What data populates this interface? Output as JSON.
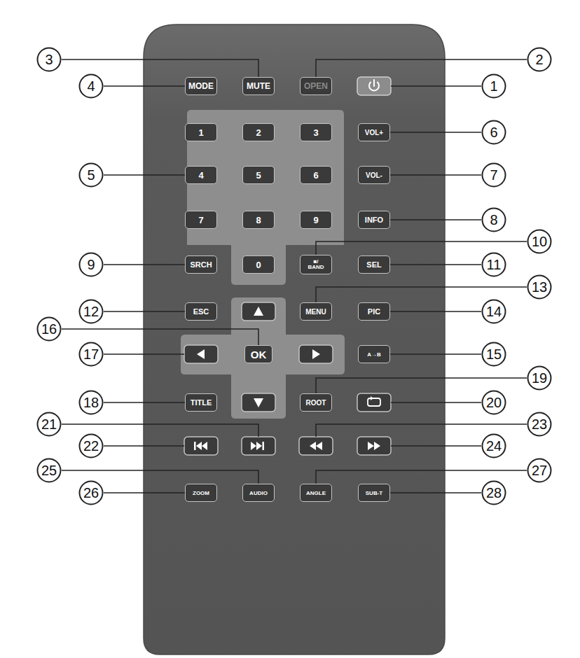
{
  "diagram": {
    "nodes": [
      {
        "text": [
          "3"
        ]
      },
      {
        "text": [
          "2"
        ]
      },
      {
        "text": [
          "4"
        ]
      },
      {
        "text": [
          "MODE"
        ]
      },
      {
        "text": [
          "MUTE"
        ]
      },
      {
        "text": [
          "OPEN"
        ]
      },
      {
        "text": [
          "1"
        ]
      },
      {
        "text": [
          "1"
        ]
      },
      {
        "text": [
          "2"
        ]
      },
      {
        "text": [
          "3"
        ]
      },
      {
        "text": [
          "VOL+"
        ]
      },
      {
        "text": [
          "6"
        ]
      },
      {
        "text": [
          "5"
        ]
      },
      {
        "text": [
          "4"
        ]
      },
      {
        "text": [
          "5"
        ]
      },
      {
        "text": [
          "6"
        ]
      },
      {
        "text": [
          "VOL-"
        ]
      },
      {
        "text": [
          "7"
        ]
      },
      {
        "text": [
          "7"
        ]
      },
      {
        "text": [
          "8"
        ]
      },
      {
        "text": [
          "9"
        ]
      },
      {
        "text": [
          "INFO"
        ]
      },
      {
        "text": [
          "8"
        ]
      },
      {
        "text": [
          "10"
        ]
      },
      {
        "text": [
          "9"
        ]
      },
      {
        "text": [
          "SRCH"
        ]
      },
      {
        "text": [
          "0"
        ]
      },
      {
        "text": [
          "■/ BAND"
        ]
      },
      {
        "text": [
          "SEL"
        ]
      },
      {
        "text": [
          "11"
        ]
      },
      {
        "text": [
          "13"
        ]
      },
      {
        "text": [
          "12"
        ]
      },
      {
        "text": [
          "ESC"
        ]
      },
      {
        "text": [
          "MENU"
        ]
      },
      {
        "text": [
          "PIC"
        ]
      },
      {
        "text": [
          "14"
        ]
      },
      {
        "text": [
          "16"
        ]
      },
      {
        "text": [
          "17"
        ]
      },
      {
        "text": [
          "OK"
        ]
      },
      {
        "text": [
          "A→B"
        ]
      },
      {
        "text": [
          "15"
        ]
      },
      {
        "text": [
          "19"
        ]
      },
      {
        "text": [
          "18"
        ]
      },
      {
        "text": [
          "TITLE"
        ]
      },
      {
        "text": [
          "ROOT"
        ]
      },
      {
        "text": [
          "20"
        ]
      },
      {
        "text": [
          "21"
        ]
      },
      {
        "text": [
          "23"
        ]
      },
      {
        "text": [
          "22"
        ]
      },
      {
        "text": [
          "24"
        ]
      },
      {
        "text": [
          "25"
        ]
      },
      {
        "text": [
          "27"
        ]
      },
      {
        "text": [
          "26"
        ]
      },
      {
        "text": [
          "ZOOM"
        ]
      },
      {
        "text": [
          "AUDIO"
        ]
      },
      {
        "text": [
          "ANGLE"
        ]
      },
      {
        "text": [
          "SUB-T"
        ]
      },
      {
        "text": [
          "28"
        ]
      }
    ],
    "edges": [
      {
        "from": 0,
        "to": 4,
        "arrow": "none"
      },
      {
        "from": 1,
        "to": 5,
        "arrow": "none"
      },
      {
        "from": 2,
        "to": 3,
        "arrow": "none"
      },
      {
        "from": 11,
        "to": 10,
        "arrow": "none"
      },
      {
        "from": 17,
        "to": 16,
        "arrow": "none"
      },
      {
        "from": 22,
        "to": 21,
        "arrow": "none"
      },
      {
        "from": 23,
        "to": 27,
        "arrow": "none"
      },
      {
        "from": 24,
        "to": 25,
        "arrow": "none"
      },
      {
        "from": 29,
        "to": 28,
        "arrow": "none"
      },
      {
        "from": 30,
        "to": 33,
        "arrow": "none"
      },
      {
        "from": 31,
        "to": 32,
        "arrow": "none"
      },
      {
        "from": 35,
        "to": 34,
        "arrow": "none"
      },
      {
        "from": 36,
        "to": 38,
        "arrow": "none"
      },
      {
        "from": 40,
        "to": 39,
        "arrow": "none"
      },
      {
        "from": 41,
        "to": 44,
        "arrow": "none"
      },
      {
        "from": 42,
        "to": 43,
        "arrow": "none"
      },
      {
        "from": 50,
        "to": 54,
        "arrow": "none"
      },
      {
        "from": 51,
        "to": 55,
        "arrow": "none"
      },
      {
        "from": 52,
        "to": 53,
        "arrow": "none"
      },
      {
        "from": 57,
        "to": 56,
        "arrow": "none"
      }
    ]
  }
}
